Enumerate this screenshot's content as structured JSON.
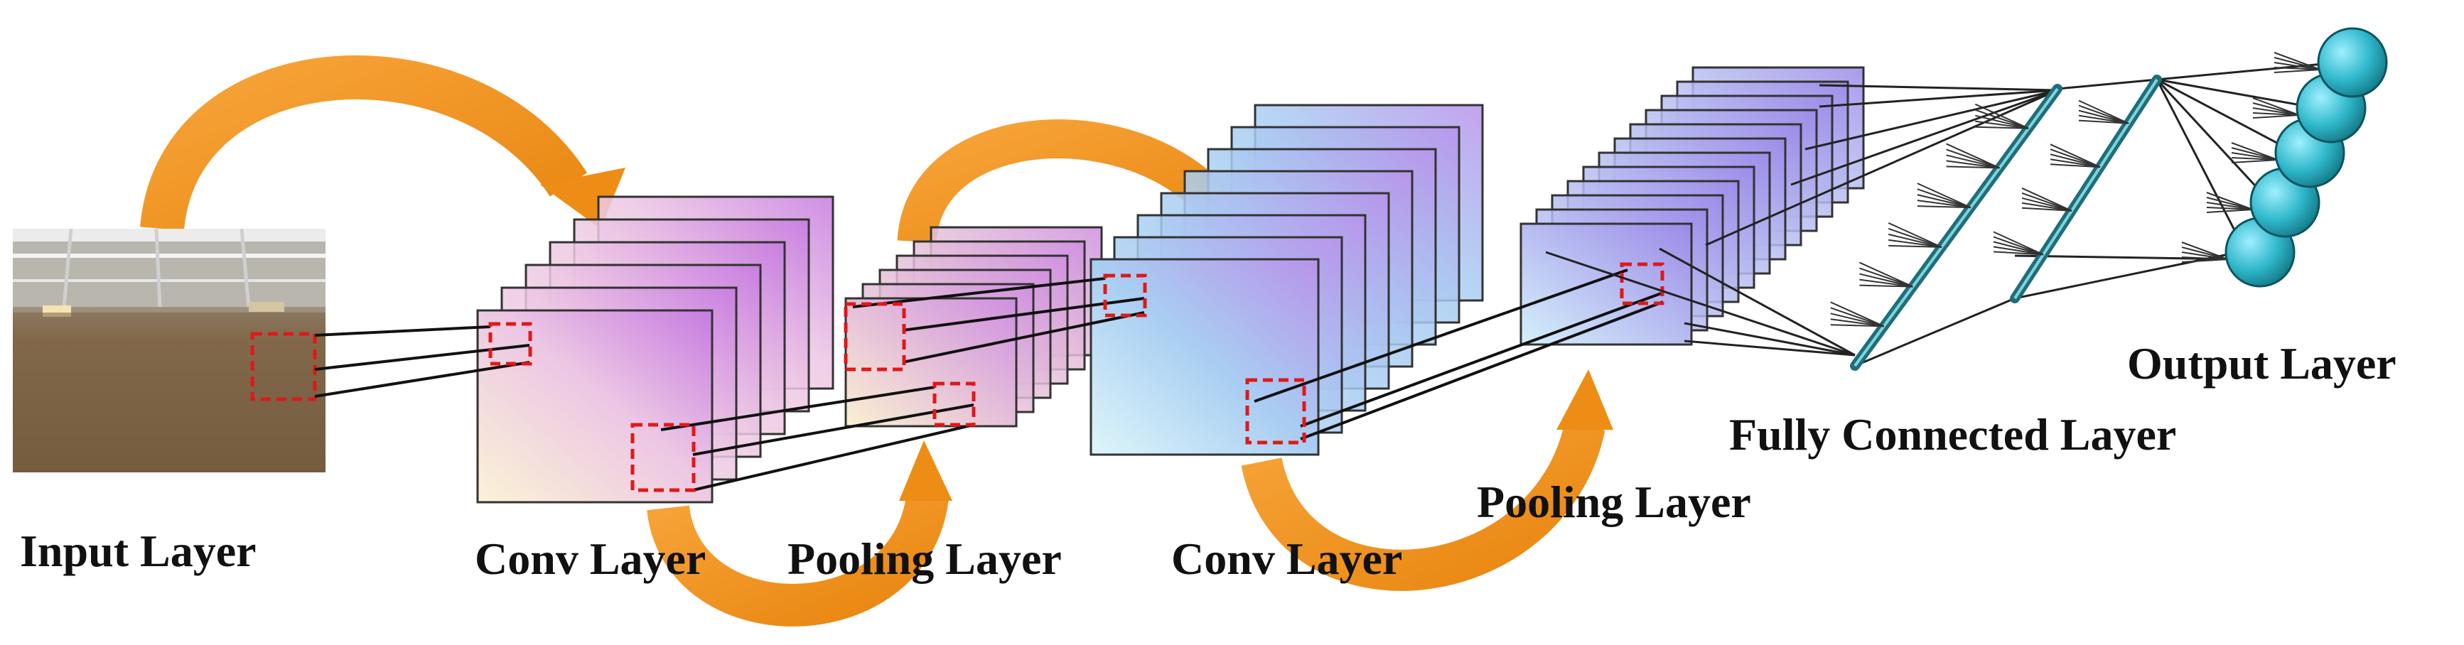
{
  "diagram": {
    "layers": {
      "input": "Input Layer",
      "conv1": "Conv Layer",
      "pool1": "Pooling Layer",
      "conv2": "Conv Layer",
      "pool2": "Pooling Layer",
      "fc": "Fully Connected Layer",
      "output": "Output Layer"
    },
    "feature_map_counts": {
      "conv1": 6,
      "pool1": 6,
      "conv2": 8,
      "pool2": 12
    },
    "output_neuron_count": 5,
    "colors": {
      "arrow": "#f0901a",
      "receptive_field": "#e01818",
      "output_neuron": "#27b3c5",
      "fc_bar": "#1f6e7a",
      "map_border": "#333333"
    },
    "input_image": "indoor-arena-photo"
  }
}
